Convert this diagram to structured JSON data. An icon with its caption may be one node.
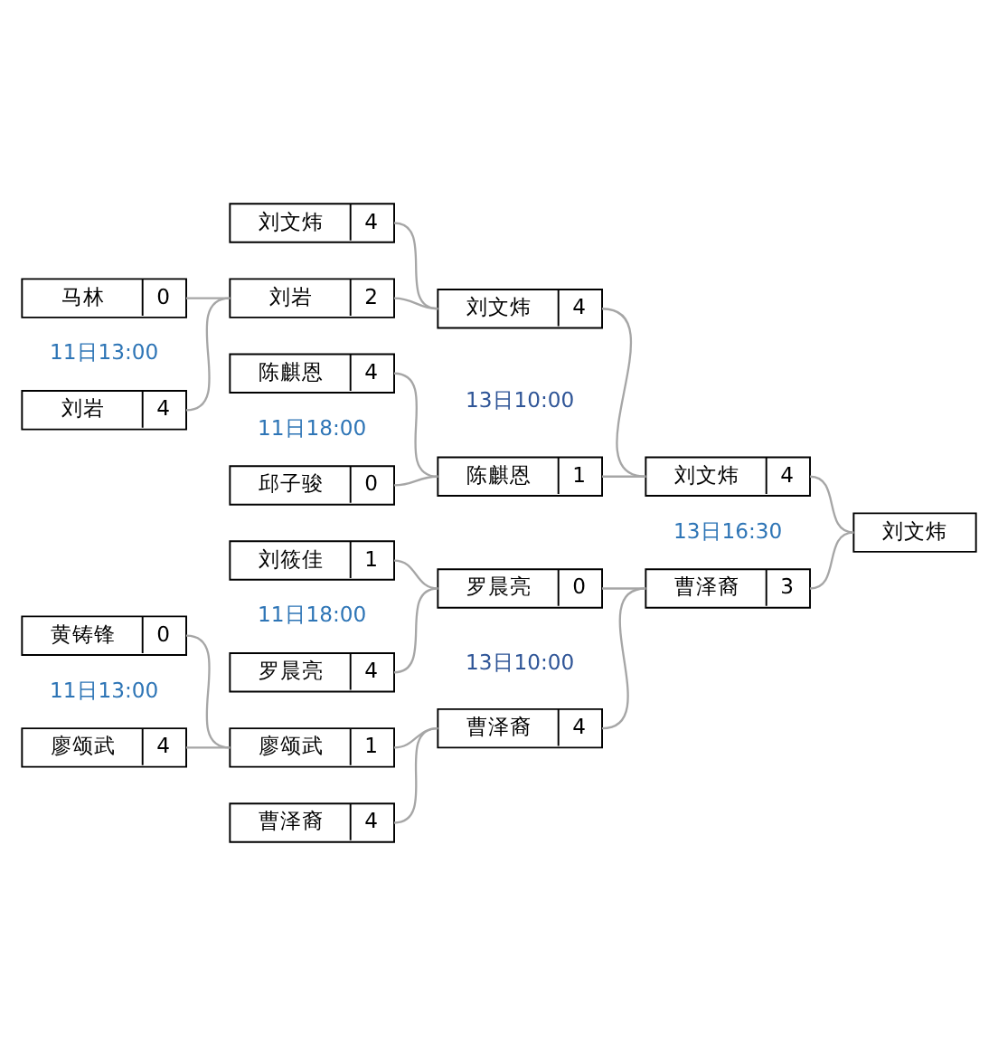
{
  "diagram": {
    "nodes": [
      {
        "text": [
          "马林",
          "0"
        ]
      },
      {
        "text": [
          "刘岩",
          "4"
        ]
      },
      {
        "text": [
          "黄铸锋",
          "0"
        ]
      },
      {
        "text": [
          "廖颂武",
          "4"
        ]
      },
      {
        "text": [
          "刘文炜",
          "4"
        ]
      },
      {
        "text": [
          "刘岩",
          "2"
        ]
      },
      {
        "text": [
          "陈麒恩",
          "4"
        ]
      },
      {
        "text": [
          "邱子骏",
          "0"
        ]
      },
      {
        "text": [
          "刘筱佳",
          "1"
        ]
      },
      {
        "text": [
          "罗晨亮",
          "4"
        ]
      },
      {
        "text": [
          "廖颂武",
          "1"
        ]
      },
      {
        "text": [
          "曹泽裔",
          "4"
        ]
      },
      {
        "text": [
          "刘文炜",
          "4"
        ]
      },
      {
        "text": [
          "陈麒恩",
          "1"
        ]
      },
      {
        "text": [
          "罗晨亮",
          "0"
        ]
      },
      {
        "text": [
          "曹泽裔",
          "4"
        ]
      },
      {
        "text": [
          "刘文炜",
          "4"
        ]
      },
      {
        "text": [
          "曹泽裔",
          "3"
        ]
      },
      {
        "text": [
          "刘文炜"
        ]
      }
    ],
    "edges": [
      {
        "from": 0,
        "to": 5,
        "arrow": "none"
      },
      {
        "from": 1,
        "to": 5,
        "arrow": "none"
      },
      {
        "from": 2,
        "to": 10,
        "arrow": "none"
      },
      {
        "from": 3,
        "to": 10,
        "arrow": "none"
      },
      {
        "from": 4,
        "to": 12,
        "arrow": "none"
      },
      {
        "from": 5,
        "to": 12,
        "arrow": "none"
      },
      {
        "from": 6,
        "to": 13,
        "arrow": "none"
      },
      {
        "from": 7,
        "to": 13,
        "arrow": "none"
      },
      {
        "from": 8,
        "to": 14,
        "arrow": "none"
      },
      {
        "from": 9,
        "to": 14,
        "arrow": "none"
      },
      {
        "from": 10,
        "to": 15,
        "arrow": "none"
      },
      {
        "from": 11,
        "to": 15,
        "arrow": "none"
      },
      {
        "from": 12,
        "to": 16,
        "arrow": "none"
      },
      {
        "from": 13,
        "to": 16,
        "arrow": "none"
      },
      {
        "from": 14,
        "to": 17,
        "arrow": "none"
      },
      {
        "from": 15,
        "to": 17,
        "arrow": "none"
      },
      {
        "from": 16,
        "to": 18,
        "arrow": "none"
      },
      {
        "from": 17,
        "to": 18,
        "arrow": "none"
      }
    ],
    "labels": [
      "11日13:00",
      "13日10:00",
      "11日18:00",
      "13日16:30",
      "11日18:00",
      "13日10:00",
      "11日13:00"
    ]
  }
}
